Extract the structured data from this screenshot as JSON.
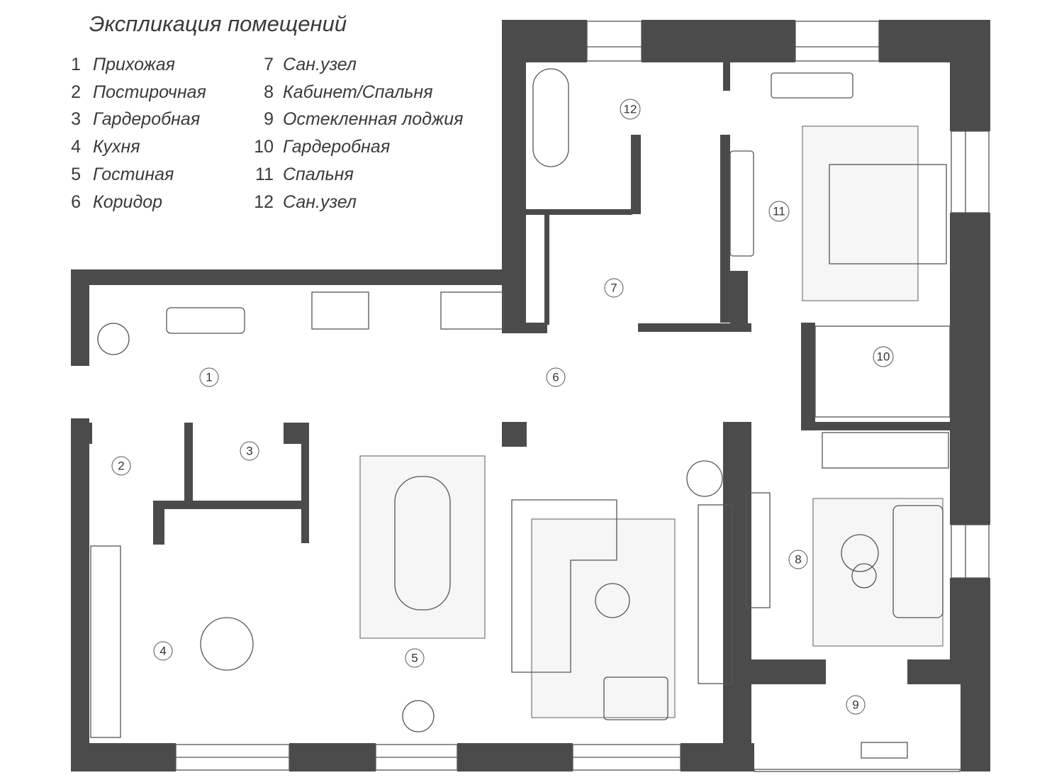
{
  "title": "Экспликация помещений",
  "legend": [
    {
      "num": "1",
      "name": "Прихожая"
    },
    {
      "num": "2",
      "name": "Постирочная"
    },
    {
      "num": "3",
      "name": "Гардеробная"
    },
    {
      "num": "4",
      "name": "Кухня"
    },
    {
      "num": "5",
      "name": "Гостиная"
    },
    {
      "num": "6",
      "name": "Коридор"
    },
    {
      "num": "7",
      "name": "Сан.узел"
    },
    {
      "num": "8",
      "name": "Кабинет/Спальня"
    },
    {
      "num": "9",
      "name": "Остекленная лоджия"
    },
    {
      "num": "10",
      "name": "Гардеробная"
    },
    {
      "num": "11",
      "name": "Спальня"
    },
    {
      "num": "12",
      "name": "Сан.узел"
    }
  ],
  "colors": {
    "wall": "#4b4b4b",
    "background": "#ffffff",
    "text": "#3a3a3a"
  }
}
